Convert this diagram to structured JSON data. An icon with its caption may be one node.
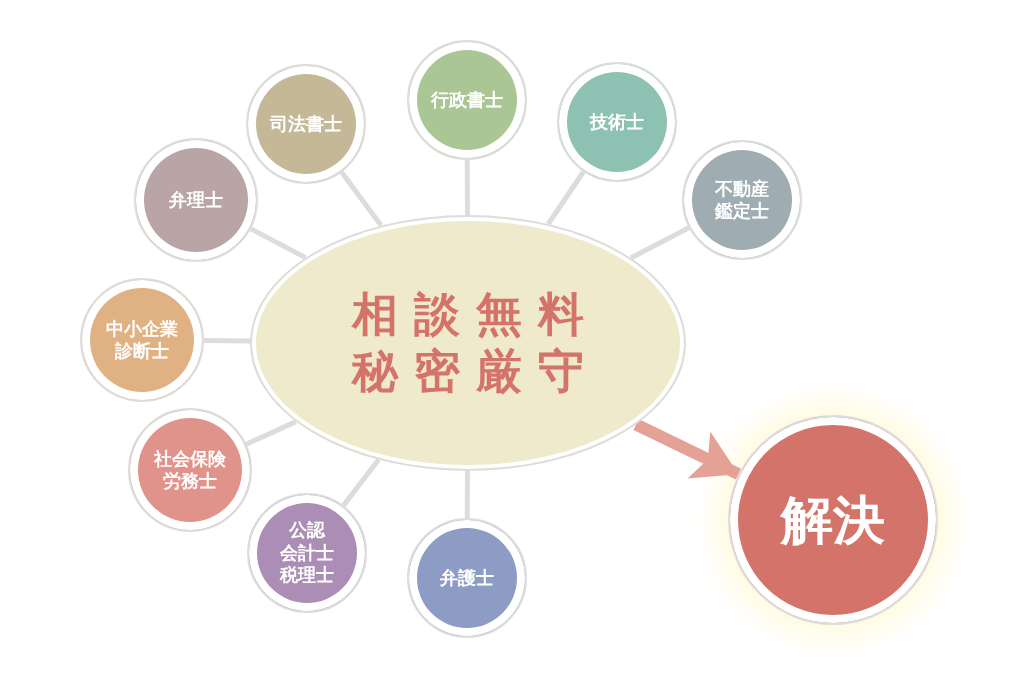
{
  "diagram": {
    "nodes": [
      {
        "text": [
          "相談無料",
          "秘密厳守"
        ]
      },
      {
        "text": [
          "弁理士"
        ]
      },
      {
        "text": [
          "司法書士"
        ]
      },
      {
        "text": [
          "行政書士"
        ]
      },
      {
        "text": [
          "技術士"
        ]
      },
      {
        "text": [
          "不動産鑑定士"
        ]
      },
      {
        "text": [
          "中小企業診断士"
        ]
      },
      {
        "text": [
          "社会保険労務士"
        ]
      },
      {
        "text": [
          "公認会計士税理士"
        ]
      },
      {
        "text": [
          "弁護士"
        ]
      },
      {
        "text": [
          "解決"
        ]
      }
    ],
    "edges": [
      {
        "from": 0,
        "to": 1,
        "arrow": "none"
      },
      {
        "from": 0,
        "to": 2,
        "arrow": "none"
      },
      {
        "from": 0,
        "to": 3,
        "arrow": "none"
      },
      {
        "from": 0,
        "to": 4,
        "arrow": "none"
      },
      {
        "from": 0,
        "to": 5,
        "arrow": "none"
      },
      {
        "from": 0,
        "to": 6,
        "arrow": "none"
      },
      {
        "from": 0,
        "to": 7,
        "arrow": "none"
      },
      {
        "from": 0,
        "to": 8,
        "arrow": "none"
      },
      {
        "from": 0,
        "to": 9,
        "arrow": "none"
      },
      {
        "from": 0,
        "to": 10,
        "arrow": "to",
        "style": "thick",
        "color": "#e3a295"
      }
    ]
  }
}
